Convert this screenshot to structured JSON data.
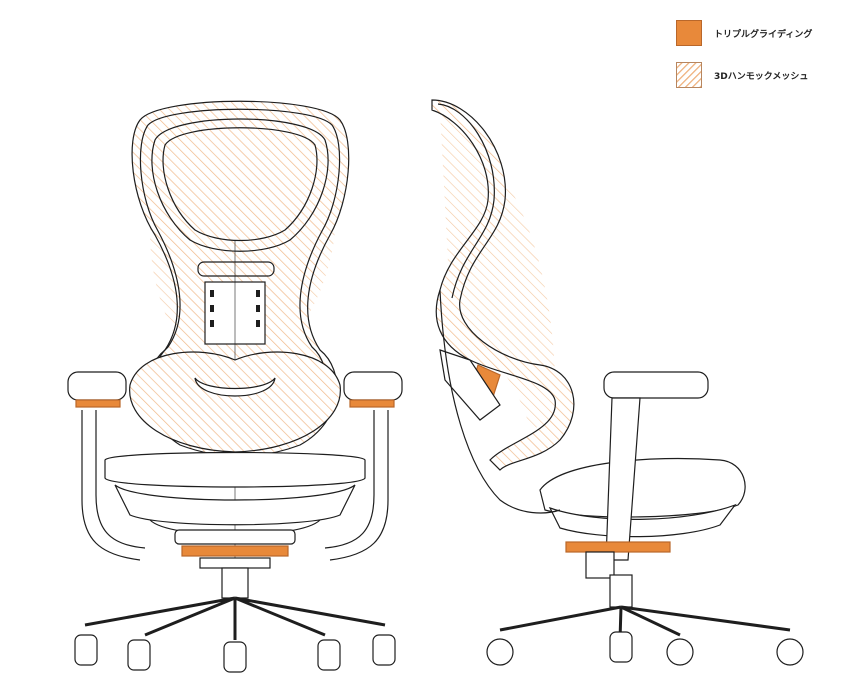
{
  "legend": {
    "triple_gliding": {
      "label": "トリプルグライディング",
      "color": "#e8893a",
      "icon": "solid-orange-swatch"
    },
    "mesh_3d": {
      "label": "3Dハンモックメッシュ",
      "color": "#f0c49a",
      "icon": "hatched-orange-swatch"
    }
  },
  "colors": {
    "outline": "#1e1e1e",
    "accent": "#e8893a",
    "hatch": "#f0c49a",
    "background": "#ffffff"
  }
}
